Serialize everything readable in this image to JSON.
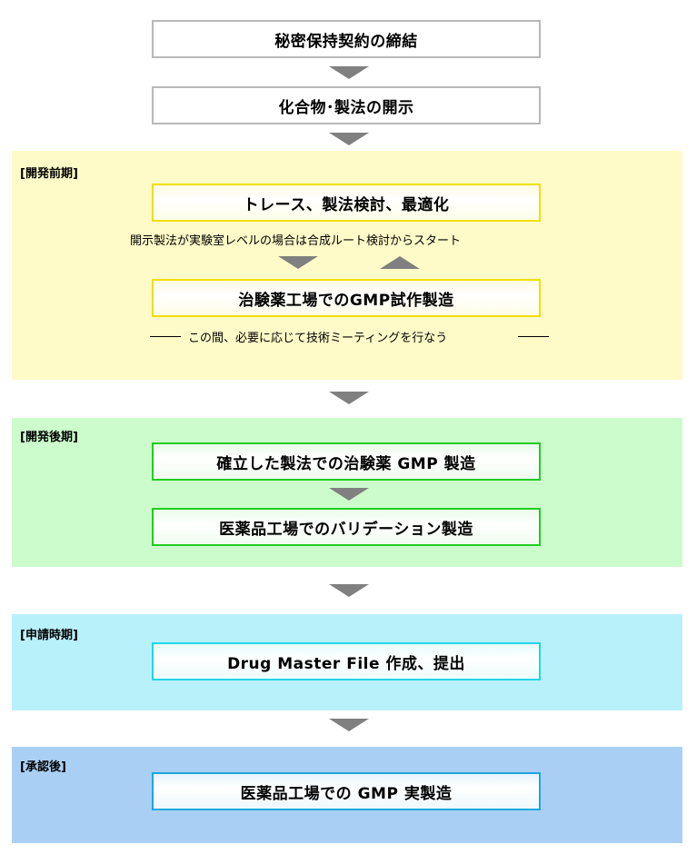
{
  "steps": {
    "nda": "秘密保持契約の締結",
    "disclosure": "化合物･製法の開示"
  },
  "phases": {
    "early": {
      "label": "[開発前期]",
      "box1": "トレース、製法検討、最適化",
      "note": "開示製法が実験室レベルの場合は合成ルート検討からスタート",
      "box2": "治験薬工場でのGMP試作製造",
      "meeting": "この間、必要に応じて技術ミーティングを行なう"
    },
    "late": {
      "label": "[開発後期]",
      "box1": "確立した製法での治験薬 GMP 製造",
      "box2": "医薬品工場でのバリデーション製造"
    },
    "application": {
      "label": "[申請時期]",
      "box1": "Drug Master File 作成、提出"
    },
    "approved": {
      "label": "[承認後]",
      "box1": "医薬品工場での GMP 実製造"
    }
  },
  "colors": {
    "early_band": "#fffbc8",
    "late_band": "#ccfccc",
    "application_band": "#b9f1fb",
    "approved_band": "#a9d0f4",
    "arrow": "#808080"
  }
}
